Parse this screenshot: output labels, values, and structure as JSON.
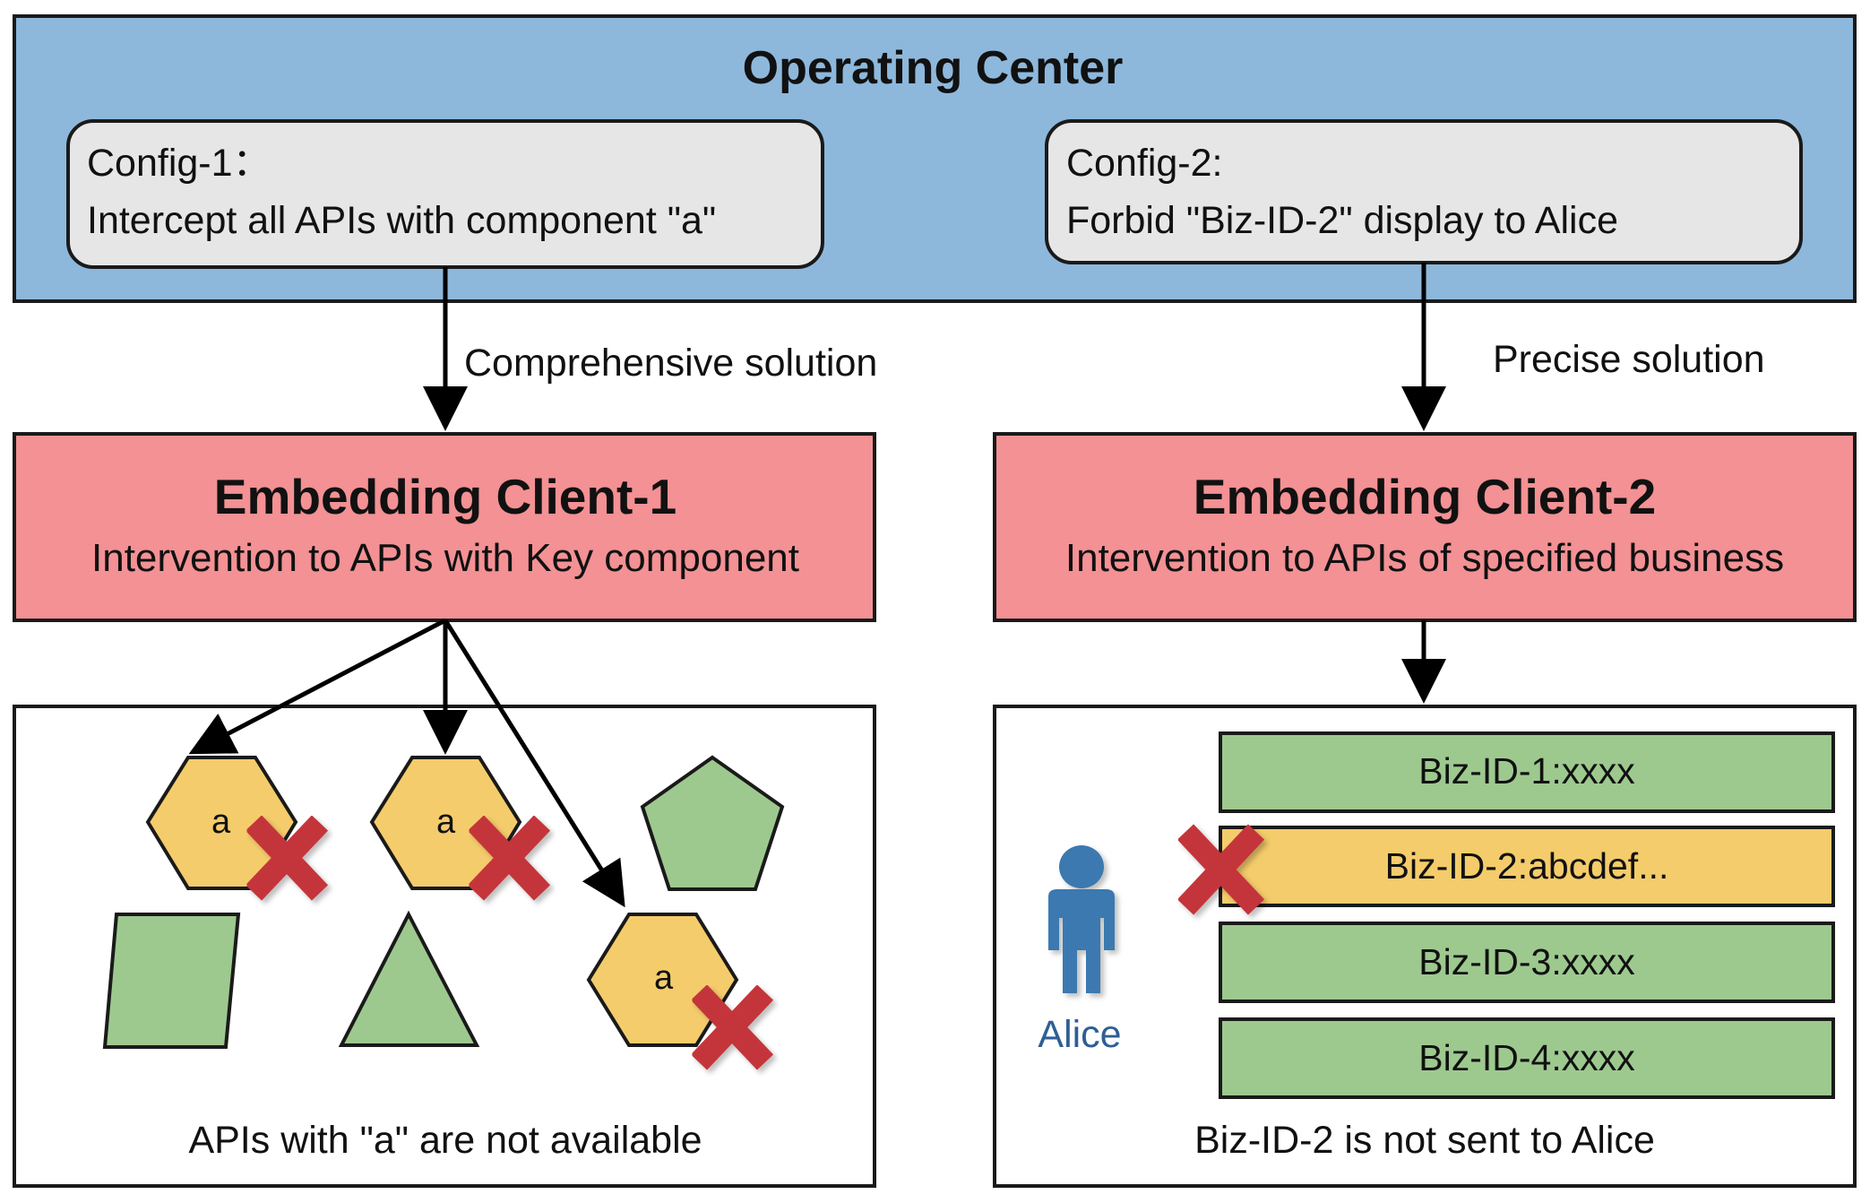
{
  "operating_center": {
    "title": "Operating Center",
    "config1": {
      "line1": "Config-1：",
      "line2": "Intercept all APIs with component \"a\""
    },
    "config2": {
      "line1": "Config-2:",
      "line2": "Forbid \"Biz-ID-2\" display to Alice"
    }
  },
  "arrows": {
    "left_label": "Comprehensive  solution",
    "right_label": "Precise solution"
  },
  "client1": {
    "title": "Embedding Client-1",
    "subtitle": "Intervention to APIs with Key component"
  },
  "client2": {
    "title": "Embedding Client-2",
    "subtitle": "Intervention to APIs of specified business"
  },
  "panel1": {
    "hex_label": "a",
    "caption": "APIs with \"a\" are not available"
  },
  "panel2": {
    "rows": [
      "Biz-ID-1:xxxx",
      "Biz-ID-2:abcdef...",
      "Biz-ID-3:xxxx",
      "Biz-ID-4:xxxx"
    ],
    "person_label": "Alice",
    "caption": "Biz-ID-2 is not sent to Alice"
  },
  "colors": {
    "operating_center": "#8db8dc",
    "config_box": "#e6e6e6",
    "client_box": "#f39194",
    "shape_yellow": "#f5cc6b",
    "shape_green": "#9dc98f",
    "cross": "#c4343b",
    "person": "#3a79b0"
  }
}
